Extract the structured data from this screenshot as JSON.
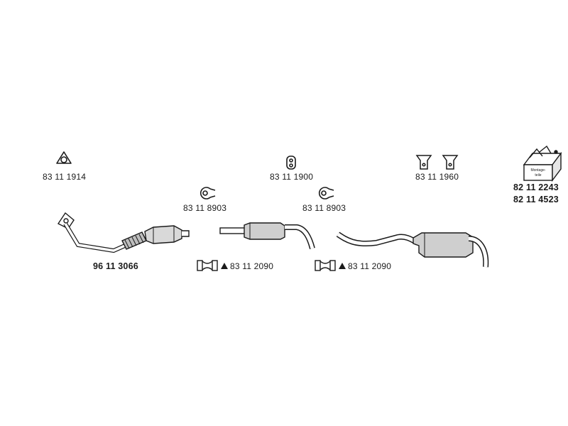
{
  "parts": {
    "gasket_top_left": "83 11 1914",
    "rubber_mount_top": "83 11 1900",
    "hangers_top_right": "83 11 1960",
    "assembly_kit_1": "82 11 2243",
    "assembly_kit_2": "82 11 4523",
    "kit_box_text": "Montage-\nteile",
    "clamp_left": "83 11 8903",
    "clamp_right": "83 11 8903",
    "catalytic_converter": "96 11 3066",
    "clamp_set_left": "83 11 2090",
    "clamp_set_right": "83 11 2090"
  }
}
